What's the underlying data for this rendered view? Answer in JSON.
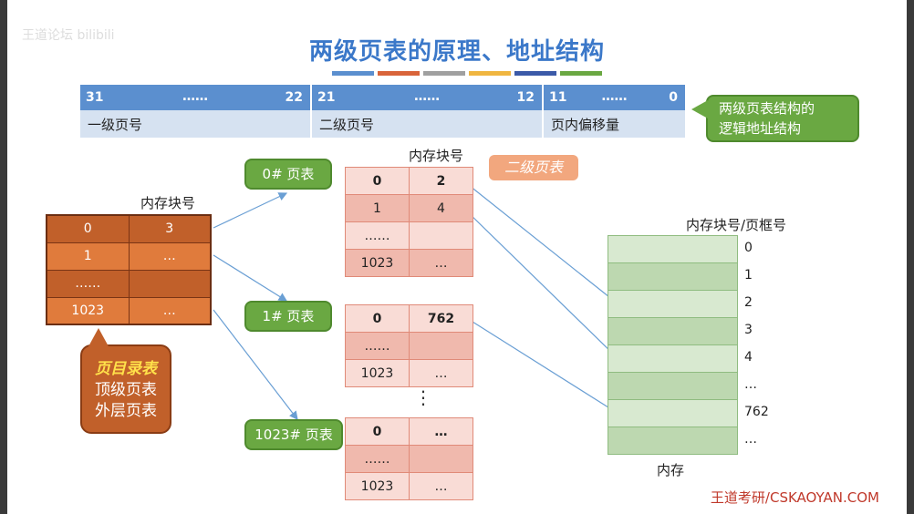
{
  "title": "两级页表的原理、地址结构",
  "title_bar_colors": [
    "#5b8fcf",
    "#d9643a",
    "#a0a0a0",
    "#f0b640",
    "#3b5aa8",
    "#6aa842"
  ],
  "address": {
    "fields": [
      {
        "hi": "31",
        "dots": "……",
        "lo": "22",
        "name": "一级页号"
      },
      {
        "hi": "21",
        "dots": "……",
        "lo": "12",
        "name": "二级页号"
      },
      {
        "hi": "11",
        "dots": "……",
        "lo": "0",
        "name": "页内偏移量"
      }
    ],
    "callout": "两级页表结构的\n逻辑地址结构"
  },
  "outer_table": {
    "header": "内存块号",
    "rows": [
      [
        "0",
        "3"
      ],
      [
        "1",
        "…"
      ],
      [
        "……",
        ""
      ],
      [
        "1023",
        "…"
      ]
    ],
    "callout": {
      "line1": "页目录表",
      "line2": "顶级页表",
      "line3": "外层页表"
    }
  },
  "page_tables": {
    "header": "内存块号",
    "second_level_label": "二级页表",
    "pt0": {
      "label": "0# 页表",
      "rows": [
        [
          "0",
          "2"
        ],
        [
          "1",
          "4"
        ],
        [
          "……",
          ""
        ],
        [
          "1023",
          "…"
        ]
      ]
    },
    "pt1": {
      "label": "1# 页表",
      "rows": [
        [
          "0",
          "762"
        ],
        [
          "……",
          ""
        ],
        [
          "1023",
          "…"
        ]
      ]
    },
    "vdots": "⋮",
    "pt1023": {
      "label": "1023# 页表",
      "rows": [
        [
          "0",
          "…"
        ],
        [
          "……",
          ""
        ],
        [
          "1023",
          "…"
        ]
      ]
    }
  },
  "memory": {
    "header": "内存块号/页框号",
    "labels": [
      "0",
      "1",
      "2",
      "3",
      "4",
      "…",
      "762",
      "…"
    ],
    "footer": "内存"
  },
  "footer": "王道考研/CSKAOYAN.COM",
  "watermark": "王道论坛 bilibili",
  "colors": {
    "accent": "#5b8fcf",
    "outer": "#c1602a",
    "callout_green": "#6aa842",
    "footer": "#c0392b"
  }
}
